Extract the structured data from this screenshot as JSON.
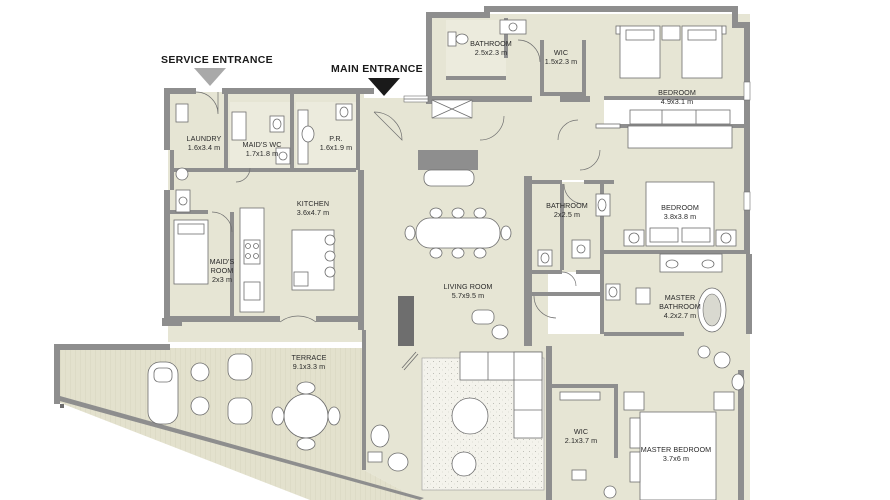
{
  "entrances": {
    "service": "SERVICE ENTRANCE",
    "main": "MAIN ENTRANCE"
  },
  "rooms": {
    "bathroom_top": {
      "name": "BATHROOM",
      "size": "2.5x2.3 m"
    },
    "wic_top": {
      "name": "WIC",
      "size": "1.5x2.3 m"
    },
    "bedroom_top": {
      "name": "BEDROOM",
      "size": "4.9x3.1 m"
    },
    "laundry": {
      "name": "LAUNDRY",
      "size": "1.6x3.4 m"
    },
    "maids_wc": {
      "name": "MAID'S WC",
      "size": "1.7x1.8 m"
    },
    "pr": {
      "name": "P.R.",
      "size": "1.6x1.9 m"
    },
    "kitchen": {
      "name": "KITCHEN",
      "size": "3.6x4.7 m"
    },
    "bathroom_mid": {
      "name": "BATHROOM",
      "size": "2x2.5 m"
    },
    "bedroom_mid": {
      "name": "BEDROOM",
      "size": "3.8x3.8 m"
    },
    "maids_room": {
      "name": "MAID'S",
      "name2": "ROOM",
      "size": "2x3 m"
    },
    "living_room": {
      "name": "LIVING ROOM",
      "size": "5.7x9.5 m"
    },
    "master_bathroom": {
      "name": "MASTER",
      "name2": "BATHROOM",
      "size": "4.2x2.7 m"
    },
    "terrace": {
      "name": "TERRACE",
      "size": "9.1x3.3 m"
    },
    "wic_bottom": {
      "name": "WIC",
      "size": "2.1x3.7 m"
    },
    "master_bedroom": {
      "name": "MASTER BEDROOM",
      "size": "3.7x6 m"
    }
  },
  "colors": {
    "wall": "#8e8e8e",
    "floor": "#e6e5d4",
    "furniture": "#ffffff",
    "entrance_marker_service": "#a9a9a9",
    "entrance_marker_main": "#1a1a1a"
  }
}
